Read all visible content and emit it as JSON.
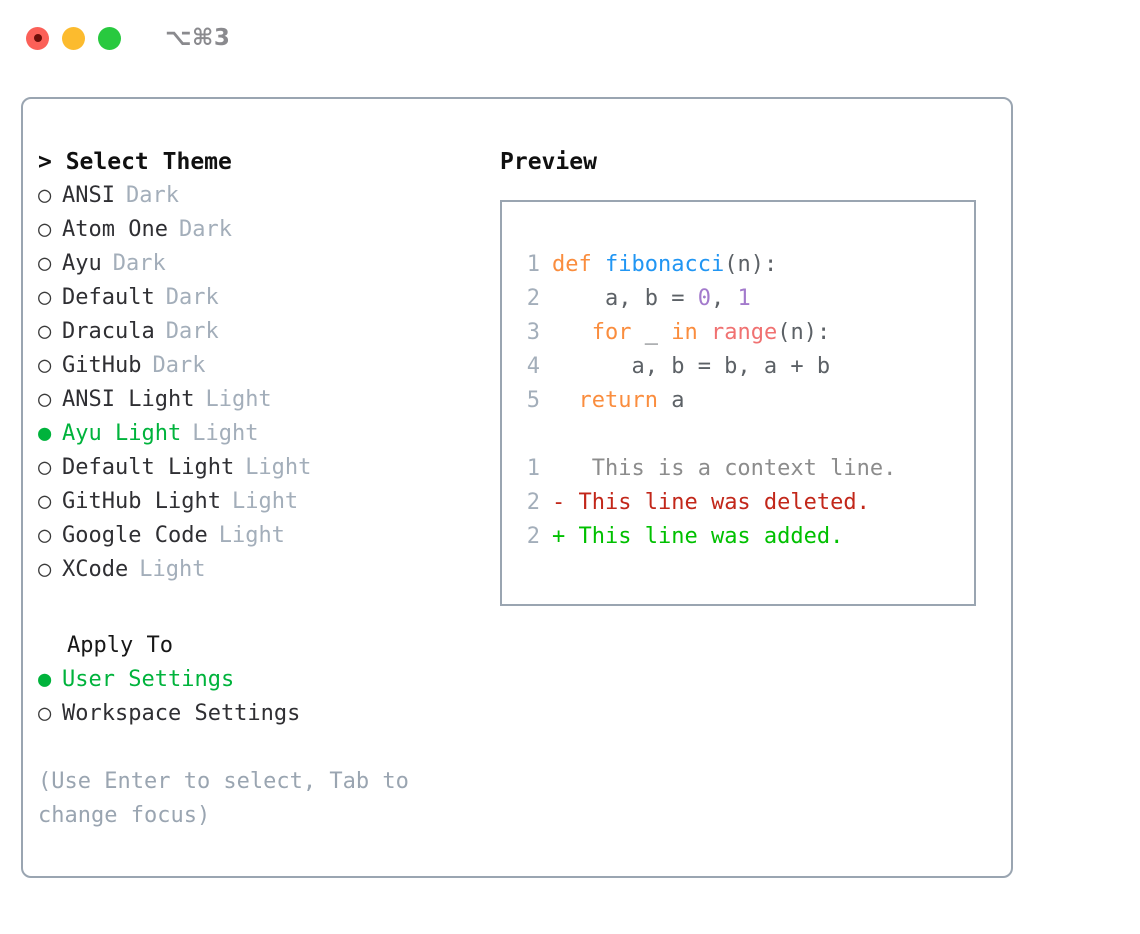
{
  "window": {
    "shortcut": "⌥⌘3",
    "dots": [
      "close-red",
      "minimize-yellow",
      "maximize-green"
    ]
  },
  "colors": {
    "accent_green": "#00B33C",
    "muted": "#9AA5B1",
    "border": "#9AA5B1",
    "keyword": "#FA8D3E",
    "function": "#2196F3",
    "number": "#A37ACC",
    "call": "#F07171",
    "diff_context": "#8C8C8C",
    "diff_deleted": "#C2271A",
    "diff_added": "#00C000"
  },
  "theme_panel": {
    "title": "> Select Theme",
    "selected_bullet": "●",
    "unselected_bullet": "○",
    "items": [
      {
        "bullet": "○",
        "name": "ANSI",
        "kind": "Dark",
        "selected": false
      },
      {
        "bullet": "○",
        "name": "Atom One",
        "kind": "Dark",
        "selected": false
      },
      {
        "bullet": "○",
        "name": "Ayu",
        "kind": "Dark",
        "selected": false
      },
      {
        "bullet": "○",
        "name": "Default",
        "kind": "Dark",
        "selected": false
      },
      {
        "bullet": "○",
        "name": "Dracula",
        "kind": "Dark",
        "selected": false
      },
      {
        "bullet": "○",
        "name": "GitHub",
        "kind": "Dark",
        "selected": false
      },
      {
        "bullet": "○",
        "name": "ANSI Light",
        "kind": "Light",
        "selected": false
      },
      {
        "bullet": "●",
        "name": "Ayu Light",
        "kind": "Light",
        "selected": true
      },
      {
        "bullet": "○",
        "name": "Default Light",
        "kind": "Light",
        "selected": false
      },
      {
        "bullet": "○",
        "name": "GitHub Light",
        "kind": "Light",
        "selected": false
      },
      {
        "bullet": "○",
        "name": "Google Code",
        "kind": "Light",
        "selected": false
      },
      {
        "bullet": "○",
        "name": "XCode",
        "kind": "Light",
        "selected": false
      }
    ]
  },
  "apply_to": {
    "title": "Apply To",
    "items": [
      {
        "bullet": "●",
        "label": "User Settings",
        "selected": true
      },
      {
        "bullet": "○",
        "label": "Workspace Settings",
        "selected": false
      }
    ]
  },
  "hint": "(Use Enter to select, Tab to change focus)",
  "preview": {
    "title": "Preview",
    "code_lines": [
      {
        "number": "1",
        "tokens": [
          {
            "text": "def ",
            "cls": "tok-kw"
          },
          {
            "text": "fibonacci",
            "cls": "tok-fn"
          },
          {
            "text": "(n):",
            "cls": "tok-pun"
          }
        ]
      },
      {
        "number": "2",
        "tokens": [
          {
            "text": "    a, b = ",
            "cls": "tok-var"
          },
          {
            "text": "0",
            "cls": "tok-num"
          },
          {
            "text": ", ",
            "cls": "tok-pun"
          },
          {
            "text": "1",
            "cls": "tok-num"
          }
        ]
      },
      {
        "number": "3",
        "tokens": [
          {
            "text": "   for",
            "cls": "tok-kw"
          },
          {
            "text": " _ ",
            "cls": "tok-var"
          },
          {
            "text": "in ",
            "cls": "tok-kw"
          },
          {
            "text": "range",
            "cls": "tok-call"
          },
          {
            "text": "(n):",
            "cls": "tok-pun"
          }
        ]
      },
      {
        "number": "4",
        "tokens": [
          {
            "text": "      a, b = b, a + b",
            "cls": "tok-var"
          }
        ]
      },
      {
        "number": "5",
        "tokens": [
          {
            "text": "  return",
            "cls": "tok-kw"
          },
          {
            "text": " a",
            "cls": "tok-var"
          }
        ]
      }
    ],
    "diff_lines": [
      {
        "number": "1",
        "marker": " ",
        "text": "  This is a context line.",
        "cls": "diff-ctx"
      },
      {
        "number": "2",
        "marker": "-",
        "text": " This line was deleted.",
        "cls": "diff-del"
      },
      {
        "number": "2",
        "marker": "+",
        "text": " This line was added.",
        "cls": "diff-add"
      }
    ]
  }
}
